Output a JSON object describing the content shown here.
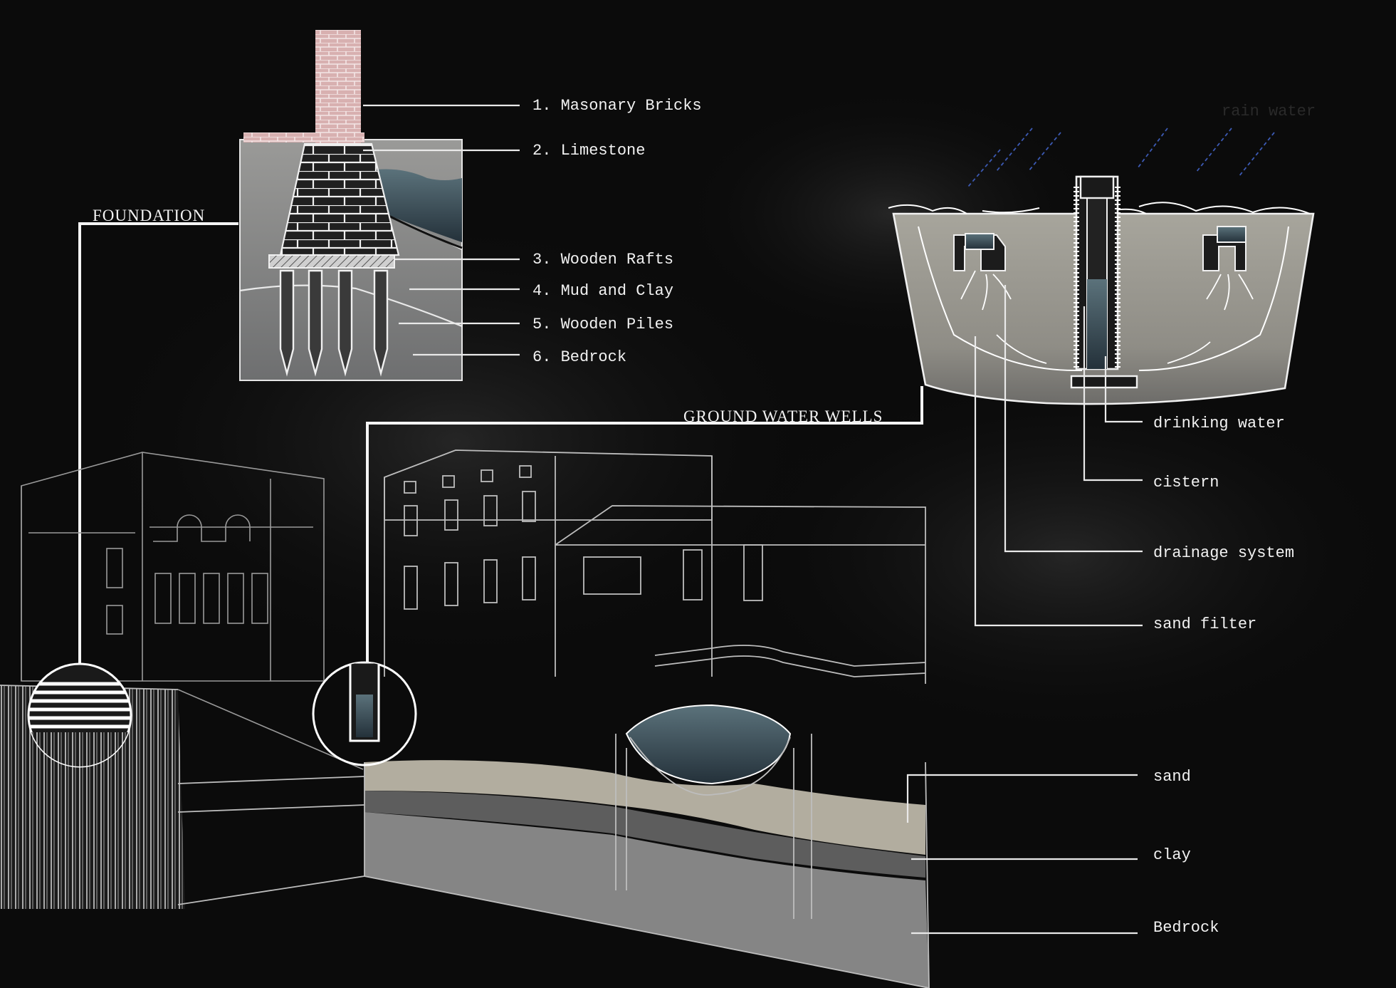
{
  "headings": {
    "foundation": "FOUNDATION",
    "ground_water_wells": "GROUND WATER WELLS",
    "rain_water": "rain water"
  },
  "foundation_layers": [
    {
      "label": "1. Masonary Bricks"
    },
    {
      "label": "2. Limestone"
    },
    {
      "label": "3. Wooden Rafts"
    },
    {
      "label": "4. Mud and Clay"
    },
    {
      "label": "5. Wooden Piles"
    },
    {
      "label": "6. Bedrock"
    }
  ],
  "well_parts": [
    {
      "label": "drinking water"
    },
    {
      "label": "cistern"
    },
    {
      "label": "drainage system"
    },
    {
      "label": "sand filter"
    }
  ],
  "ground_layers": [
    {
      "label": "sand"
    },
    {
      "label": "clay"
    },
    {
      "label": "Bedrock"
    }
  ],
  "colors": {
    "background": "#0b0b0b",
    "line": "#f2f2f2",
    "brick": "#d9b3b3",
    "stone": "#8d8d8d",
    "sand": "#b7b1a3",
    "water": "#4a5e66",
    "rain": "#3c5ab4"
  }
}
